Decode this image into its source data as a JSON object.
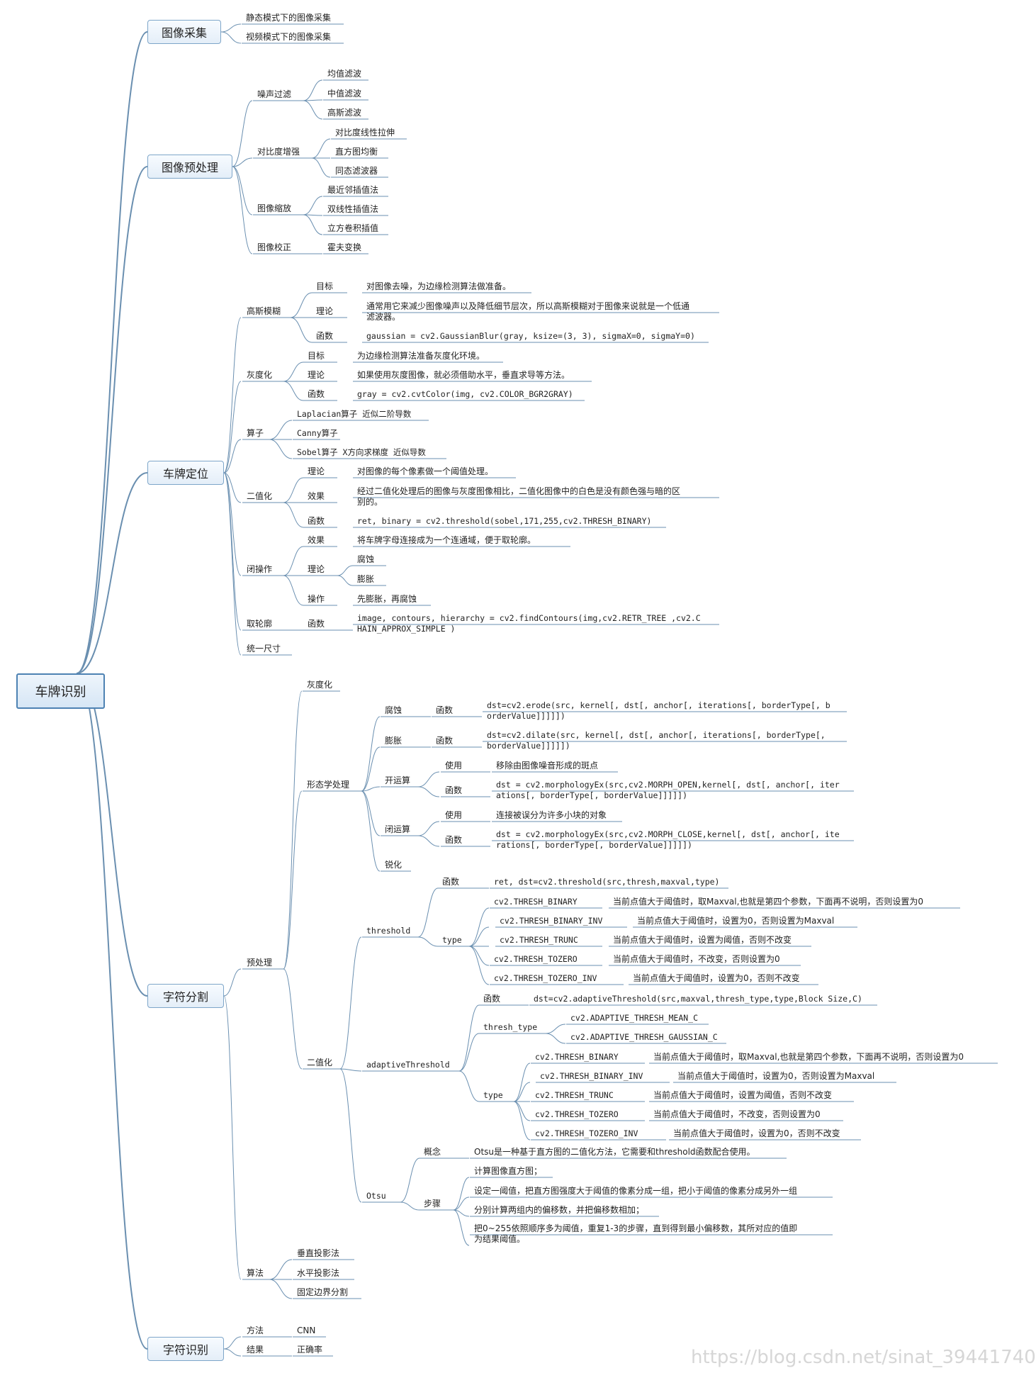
{
  "root": "车牌识别",
  "topics": {
    "acq": "图像采集",
    "pre": "图像预处理",
    "loc": "车牌定位",
    "seg": "字符分割",
    "rec": "字符识别"
  },
  "acq": {
    "a1": "静态模式下的图像采集",
    "a2": "视频模式下的图像采集"
  },
  "pre": {
    "noise": "噪声过滤",
    "n1": "均值滤波",
    "n2": "中值滤波",
    "n3": "高斯滤波",
    "contrast": "对比度增强",
    "c1": "对比度线性拉伸",
    "c2": "直方图均衡",
    "c3": "同态滤波器",
    "scale": "图像缩放",
    "s1": "最近邻插值法",
    "s2": "双线性插值法",
    "s3": "立方卷积插值",
    "correct": "图像校正",
    "k1": "霍夫变换"
  },
  "loc": {
    "gauss": "高斯模糊",
    "g_goal_k": "目标",
    "g_goal": "对图像去噪，为边缘检测算法做准备。",
    "g_theory_k": "理论",
    "g_theory1": "通常用它来减少图像噪声以及降低细节层次，所以高斯模糊对于图像来说就是一个低通",
    "g_theory2": "滤波器。",
    "g_func_k": "函数",
    "g_func": "gaussian = cv2.GaussianBlur(gray, ksize=(3, 3), sigmaX=0, sigmaY=0)",
    "gray": "灰度化",
    "gr_goal_k": "目标",
    "gr_goal": "为边缘检测算法准备灰度化环境。",
    "gr_theory_k": "理论",
    "gr_theory": "如果使用灰度图像，就必须借助水平，垂直求导等方法。",
    "gr_func_k": "函数",
    "gr_func": "gray = cv2.cvtColor(img, cv2.COLOR_BGR2GRAY)",
    "op": "算子",
    "op1": "Laplacian算子  近似二阶导数",
    "op2": "Canny算子",
    "op3": "Sobel算子  X方向求梯度  近似导数",
    "bin": "二值化",
    "b_theory_k": "理论",
    "b_theory": "对图像的每个像素做一个阈值处理。",
    "b_effect_k": "效果",
    "b_effect1": "经过二值化处理后的图像与灰度图像相比，二值化图像中的白色是没有颜色强与暗的区",
    "b_effect2": "别的。",
    "b_func_k": "函数",
    "b_func": "ret, binary = cv2.threshold(sobel,171,255,cv2.THRESH_BINARY)",
    "close": "闭操作",
    "cl_effect_k": "效果",
    "cl_effect": "将车牌字母连接成为一个连通域，便于取轮廓。",
    "cl_theory_k": "理论",
    "cl_t1": "腐蚀",
    "cl_t2": "膨胀",
    "cl_op_k": "操作",
    "cl_op": "先膨胀，再腐蚀",
    "contour": "取轮廓",
    "ct_func_k": "函数",
    "ct_func1": "image, contours, hierarchy = cv2.findContours(img,cv2.RETR_TREE ,cv2.C",
    "ct_func2": "HAIN_APPROX_SIMPLE )",
    "size": "统一尺寸"
  },
  "seg": {
    "gray": "灰度化",
    "morph": "形态学处理",
    "erode": "腐蚀",
    "erode_k": "函数",
    "erode_f1": "dst=cv2.erode(src, kernel[, dst[, anchor[, iterations[, borderType[, b",
    "erode_f2": "orderValue]]]]])",
    "dilate": "膨胀",
    "dilate_k": "函数",
    "dilate_f1": "dst=cv2.dilate(src, kernel[, dst[, anchor[, iterations[, borderType[,",
    "dilate_f2": "borderValue]]]]])",
    "open": "开运算",
    "open_use_k": "使用",
    "open_use": "移除由图像噪音形成的斑点",
    "open_func_k": "函数",
    "open_f1": "dst = cv2.morphologyEx(src,cv2.MORPH_OPEN,kernel[, dst[, anchor[, iter",
    "open_f2": "ations[, borderType[, borderValue]]]]])",
    "closeop": "闭运算",
    "close_use_k": "使用",
    "close_use": "连接被误分为许多小块的对象",
    "close_func_k": "函数",
    "close_f1": "dst = cv2.morphologyEx(src,cv2.MORPH_CLOSE,kernel[, dst[, anchor[, ite",
    "close_f2": "rations[, borderType[, borderValue]]]]])",
    "sharpen": "锐化",
    "pre": "预处理",
    "binar": "二值化",
    "threshold": "threshold",
    "th_func_k": "函数",
    "th_func": "ret, dst=cv2.threshold(src,thresh,maxval,type)",
    "th_type": "type",
    "th_t1": "cv2.THRESH_BINARY",
    "th_d1": "当前点值大于阈值时，取Maxval,也就是第四个参数，下面再不说明，否则设置为0",
    "th_t2": "cv2.THRESH_BINARY_INV",
    "th_d2": "当前点值大于阈值时，设置为0，否则设置为Maxval",
    "th_t3": "cv2.THRESH_TRUNC",
    "th_d3": "当前点值大于阈值时，设置为阈值，否则不改变",
    "th_t4": "cv2.THRESH_TOZERO",
    "th_d4": "当前点值大于阈值时，不改变，否则设置为0",
    "th_t5": "cv2.THRESH_TOZERO_INV",
    "th_d5": "当前点值大于阈值时，设置为0，否则不改变",
    "adaptive": "adaptiveThreshold",
    "ad_func_k": "函数",
    "ad_func": "dst=cv2.adaptiveThreshold(src,maxval,thresh_type,type,Block Size,C)",
    "ad_tt": "thresh_type",
    "ad_tt1": "cv2.ADAPTIVE_THRESH_MEAN_C",
    "ad_tt2": "cv2.ADAPTIVE_THRESH_GAUSSIAN_C",
    "ad_type": "type",
    "ad_t1": "cv2.THRESH_BINARY",
    "ad_d1": "当前点值大于阈值时，取Maxval,也就是第四个参数，下面再不说明，否则设置为0",
    "ad_t2": "cv2.THRESH_BINARY_INV",
    "ad_d2": "当前点值大于阈值时，设置为0，否则设置为Maxval",
    "ad_t3": "cv2.THRESH_TRUNC",
    "ad_d3": "当前点值大于阈值时，设置为阈值，否则不改变",
    "ad_t4": "cv2.THRESH_TOZERO",
    "ad_d4": "当前点值大于阈值时，不改变，否则设置为0",
    "ad_t5": "cv2.THRESH_TOZERO_INV",
    "ad_d5": "当前点值大于阈值时，设置为0，否则不改变",
    "otsu": "Otsu",
    "ot_concept_k": "概念",
    "ot_concept": "Otsu是一种基于直方图的二值化方法，它需要和threshold函数配合使用。",
    "ot_steps_k": "步骤",
    "ot_s1": "计算图像直方图；",
    "ot_s2": "设定一阈值，把直方图强度大于阈值的像素分成一组，把小于阈值的像素分成另外一组",
    "ot_s3": "分别计算两组内的偏移数，并把偏移数相加；",
    "ot_s4a": "把0~255依照顺序多为阈值，重复1-3的步骤，直到得到最小偏移数，其所对应的值即",
    "ot_s4b": "为结果阈值。",
    "algo": "算法",
    "al1": "垂直投影法",
    "al2": "水平投影法",
    "al3": "固定边界分割"
  },
  "rec": {
    "method_k": "方法",
    "method": "CNN",
    "result_k": "结果",
    "result": "正确率"
  },
  "watermark": "https://blog.csdn.net/sinat_39441740",
  "colors": {
    "line": "#6a8fb0",
    "underline": "#6a8fb0"
  }
}
